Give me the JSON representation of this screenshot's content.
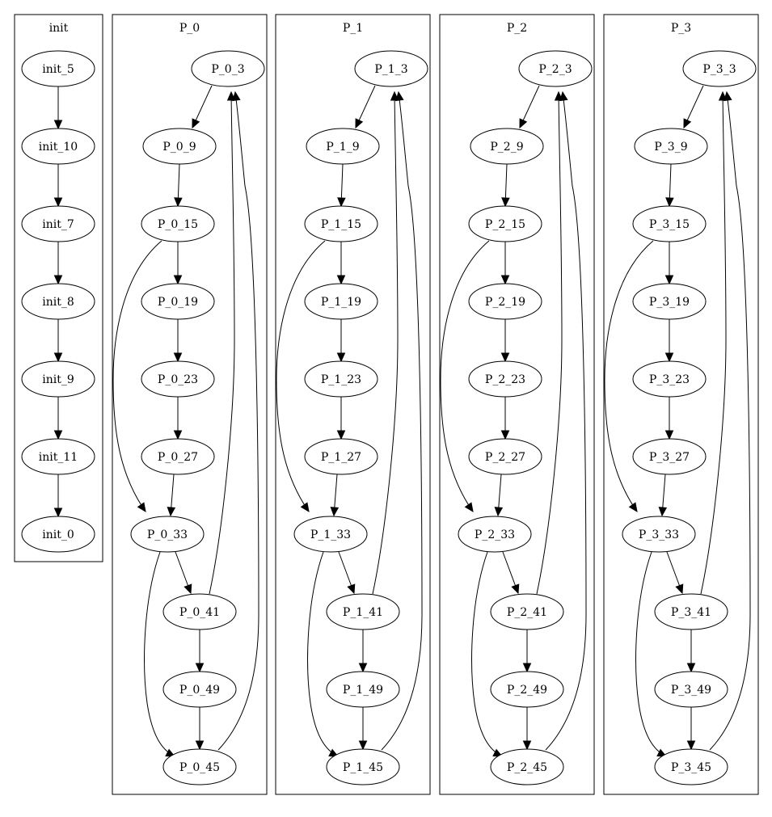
{
  "clusters": [
    {
      "id": "init",
      "label": "init",
      "nodes": [
        {
          "id": "init_5",
          "label": "init_5"
        },
        {
          "id": "init_10",
          "label": "init_10"
        },
        {
          "id": "init_7",
          "label": "init_7"
        },
        {
          "id": "init_8",
          "label": "init_8"
        },
        {
          "id": "init_9",
          "label": "init_9"
        },
        {
          "id": "init_11",
          "label": "init_11"
        },
        {
          "id": "init_0",
          "label": "init_0"
        }
      ],
      "edges": [
        {
          "from": "init_5",
          "to": "init_10"
        },
        {
          "from": "init_10",
          "to": "init_7"
        },
        {
          "from": "init_7",
          "to": "init_8"
        },
        {
          "from": "init_8",
          "to": "init_9"
        },
        {
          "from": "init_9",
          "to": "init_11"
        },
        {
          "from": "init_11",
          "to": "init_0"
        }
      ]
    },
    {
      "id": "P_0",
      "label": "P_0",
      "nodes": [
        {
          "id": "P_0_3",
          "label": "P_0_3"
        },
        {
          "id": "P_0_9",
          "label": "P_0_9"
        },
        {
          "id": "P_0_15",
          "label": "P_0_15"
        },
        {
          "id": "P_0_19",
          "label": "P_0_19"
        },
        {
          "id": "P_0_23",
          "label": "P_0_23"
        },
        {
          "id": "P_0_27",
          "label": "P_0_27"
        },
        {
          "id": "P_0_33",
          "label": "P_0_33"
        },
        {
          "id": "P_0_41",
          "label": "P_0_41"
        },
        {
          "id": "P_0_49",
          "label": "P_0_49"
        },
        {
          "id": "P_0_45",
          "label": "P_0_45"
        }
      ],
      "edges": [
        {
          "from": "P_0_3",
          "to": "P_0_9"
        },
        {
          "from": "P_0_9",
          "to": "P_0_15"
        },
        {
          "from": "P_0_15",
          "to": "P_0_19"
        },
        {
          "from": "P_0_15",
          "to": "P_0_33"
        },
        {
          "from": "P_0_19",
          "to": "P_0_23"
        },
        {
          "from": "P_0_23",
          "to": "P_0_27"
        },
        {
          "from": "P_0_27",
          "to": "P_0_33"
        },
        {
          "from": "P_0_33",
          "to": "P_0_41"
        },
        {
          "from": "P_0_33",
          "to": "P_0_45"
        },
        {
          "from": "P_0_41",
          "to": "P_0_49"
        },
        {
          "from": "P_0_41",
          "to": "P_0_3"
        },
        {
          "from": "P_0_49",
          "to": "P_0_45"
        },
        {
          "from": "P_0_45",
          "to": "P_0_3"
        }
      ]
    },
    {
      "id": "P_1",
      "label": "P_1",
      "nodes": [
        {
          "id": "P_1_3",
          "label": "P_1_3"
        },
        {
          "id": "P_1_9",
          "label": "P_1_9"
        },
        {
          "id": "P_1_15",
          "label": "P_1_15"
        },
        {
          "id": "P_1_19",
          "label": "P_1_19"
        },
        {
          "id": "P_1_23",
          "label": "P_1_23"
        },
        {
          "id": "P_1_27",
          "label": "P_1_27"
        },
        {
          "id": "P_1_33",
          "label": "P_1_33"
        },
        {
          "id": "P_1_41",
          "label": "P_1_41"
        },
        {
          "id": "P_1_49",
          "label": "P_1_49"
        },
        {
          "id": "P_1_45",
          "label": "P_1_45"
        }
      ],
      "edges": [
        {
          "from": "P_1_3",
          "to": "P_1_9"
        },
        {
          "from": "P_1_9",
          "to": "P_1_15"
        },
        {
          "from": "P_1_15",
          "to": "P_1_19"
        },
        {
          "from": "P_1_15",
          "to": "P_1_33"
        },
        {
          "from": "P_1_19",
          "to": "P_1_23"
        },
        {
          "from": "P_1_23",
          "to": "P_1_27"
        },
        {
          "from": "P_1_27",
          "to": "P_1_33"
        },
        {
          "from": "P_1_33",
          "to": "P_1_41"
        },
        {
          "from": "P_1_33",
          "to": "P_1_45"
        },
        {
          "from": "P_1_41",
          "to": "P_1_49"
        },
        {
          "from": "P_1_41",
          "to": "P_1_3"
        },
        {
          "from": "P_1_49",
          "to": "P_1_45"
        },
        {
          "from": "P_1_45",
          "to": "P_1_3"
        }
      ]
    },
    {
      "id": "P_2",
      "label": "P_2",
      "nodes": [
        {
          "id": "P_2_3",
          "label": "P_2_3"
        },
        {
          "id": "P_2_9",
          "label": "P_2_9"
        },
        {
          "id": "P_2_15",
          "label": "P_2_15"
        },
        {
          "id": "P_2_19",
          "label": "P_2_19"
        },
        {
          "id": "P_2_23",
          "label": "P_2_23"
        },
        {
          "id": "P_2_27",
          "label": "P_2_27"
        },
        {
          "id": "P_2_33",
          "label": "P_2_33"
        },
        {
          "id": "P_2_41",
          "label": "P_2_41"
        },
        {
          "id": "P_2_49",
          "label": "P_2_49"
        },
        {
          "id": "P_2_45",
          "label": "P_2_45"
        }
      ],
      "edges": [
        {
          "from": "P_2_3",
          "to": "P_2_9"
        },
        {
          "from": "P_2_9",
          "to": "P_2_15"
        },
        {
          "from": "P_2_15",
          "to": "P_2_19"
        },
        {
          "from": "P_2_15",
          "to": "P_2_33"
        },
        {
          "from": "P_2_19",
          "to": "P_2_23"
        },
        {
          "from": "P_2_23",
          "to": "P_2_27"
        },
        {
          "from": "P_2_27",
          "to": "P_2_33"
        },
        {
          "from": "P_2_33",
          "to": "P_2_41"
        },
        {
          "from": "P_2_33",
          "to": "P_2_45"
        },
        {
          "from": "P_2_41",
          "to": "P_2_49"
        },
        {
          "from": "P_2_41",
          "to": "P_2_3"
        },
        {
          "from": "P_2_49",
          "to": "P_2_45"
        },
        {
          "from": "P_2_45",
          "to": "P_2_3"
        }
      ]
    },
    {
      "id": "P_3",
      "label": "P_3",
      "nodes": [
        {
          "id": "P_3_3",
          "label": "P_3_3"
        },
        {
          "id": "P_3_9",
          "label": "P_3_9"
        },
        {
          "id": "P_3_15",
          "label": "P_3_15"
        },
        {
          "id": "P_3_19",
          "label": "P_3_19"
        },
        {
          "id": "P_3_23",
          "label": "P_3_23"
        },
        {
          "id": "P_3_27",
          "label": "P_3_27"
        },
        {
          "id": "P_3_33",
          "label": "P_3_33"
        },
        {
          "id": "P_3_41",
          "label": "P_3_41"
        },
        {
          "id": "P_3_49",
          "label": "P_3_49"
        },
        {
          "id": "P_3_45",
          "label": "P_3_45"
        }
      ],
      "edges": [
        {
          "from": "P_3_3",
          "to": "P_3_9"
        },
        {
          "from": "P_3_9",
          "to": "P_3_15"
        },
        {
          "from": "P_3_15",
          "to": "P_3_19"
        },
        {
          "from": "P_3_15",
          "to": "P_3_33"
        },
        {
          "from": "P_3_19",
          "to": "P_3_23"
        },
        {
          "from": "P_3_23",
          "to": "P_3_27"
        },
        {
          "from": "P_3_27",
          "to": "P_3_33"
        },
        {
          "from": "P_3_33",
          "to": "P_3_41"
        },
        {
          "from": "P_3_33",
          "to": "P_3_45"
        },
        {
          "from": "P_3_41",
          "to": "P_3_49"
        },
        {
          "from": "P_3_41",
          "to": "P_3_3"
        },
        {
          "from": "P_3_49",
          "to": "P_3_45"
        },
        {
          "from": "P_3_45",
          "to": "P_3_3"
        }
      ]
    }
  ]
}
